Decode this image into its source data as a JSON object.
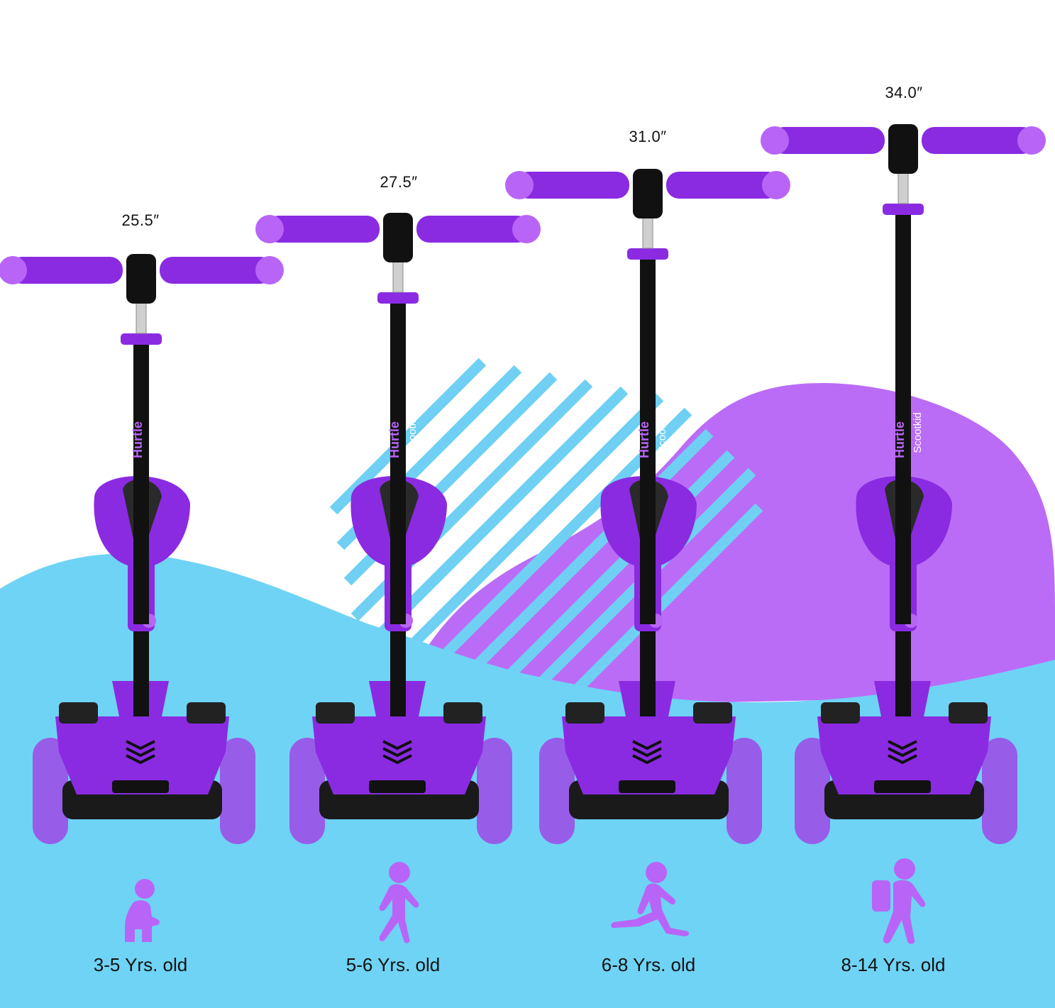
{
  "colors": {
    "purple": "#8a2be2",
    "purple_light": "#b865f7",
    "blob_purple": "#bb6cf6",
    "sky_blue": "#6fd3f5",
    "stripe_blue": "#6fd0f3",
    "black": "#111111",
    "wheel_purple": "#9b50e8"
  },
  "brand": {
    "logo": "Hurtle",
    "sub": "Scootkid"
  },
  "heights": [
    {
      "label": "25.5″"
    },
    {
      "label": "27.5″"
    },
    {
      "label": "31.0″"
    },
    {
      "label": "34.0″"
    }
  ],
  "ages": [
    {
      "label": "3-5 Yrs. old",
      "icon": "toddler-icon"
    },
    {
      "label": "5-6 Yrs. old",
      "icon": "walking-child-icon"
    },
    {
      "label": "6-8 Yrs. old",
      "icon": "running-child-icon"
    },
    {
      "label": "8-14 Yrs. old",
      "icon": "child-backpack-icon"
    }
  ]
}
